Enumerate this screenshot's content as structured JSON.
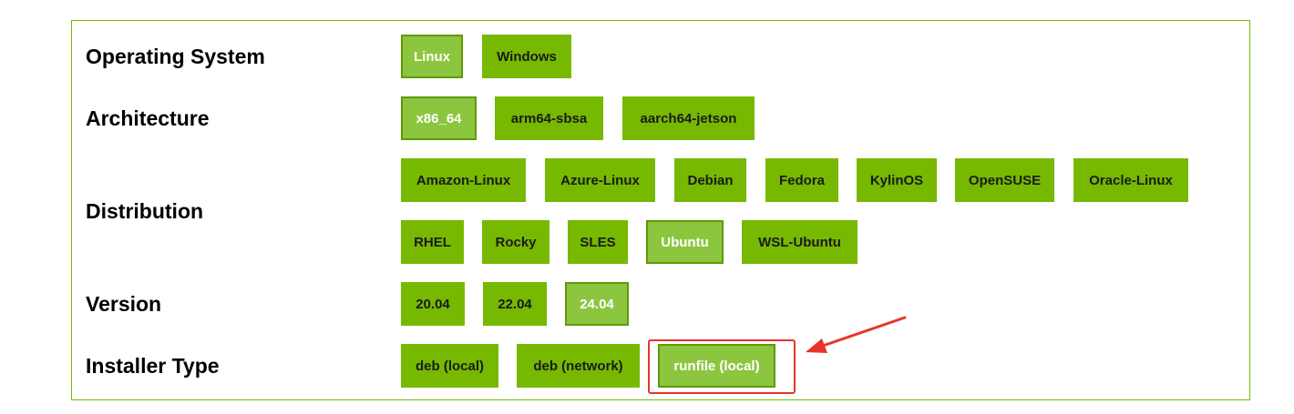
{
  "rows": {
    "os": {
      "label": "Operating System",
      "options": [
        "Linux",
        "Windows"
      ],
      "selected": "Linux"
    },
    "arch": {
      "label": "Architecture",
      "options": [
        "x86_64",
        "arm64-sbsa",
        "aarch64-jetson"
      ],
      "selected": "x86_64"
    },
    "distro": {
      "label": "Distribution",
      "options": [
        "Amazon-Linux",
        "Azure-Linux",
        "Debian",
        "Fedora",
        "KylinOS",
        "OpenSUSE",
        "Oracle-Linux",
        "RHEL",
        "Rocky",
        "SLES",
        "Ubuntu",
        "WSL-Ubuntu"
      ],
      "selected": "Ubuntu"
    },
    "version": {
      "label": "Version",
      "options": [
        "20.04",
        "22.04",
        "24.04"
      ],
      "selected": "24.04"
    },
    "installer": {
      "label": "Installer Type",
      "options": [
        "deb (local)",
        "deb (network)",
        "runfile (local)"
      ],
      "selected": "runfile (local)"
    }
  },
  "annotation": {
    "target": "runfile (local)",
    "color": "#e8332a"
  },
  "colors": {
    "accent": "#76b900",
    "selected": "#8cc63f"
  }
}
